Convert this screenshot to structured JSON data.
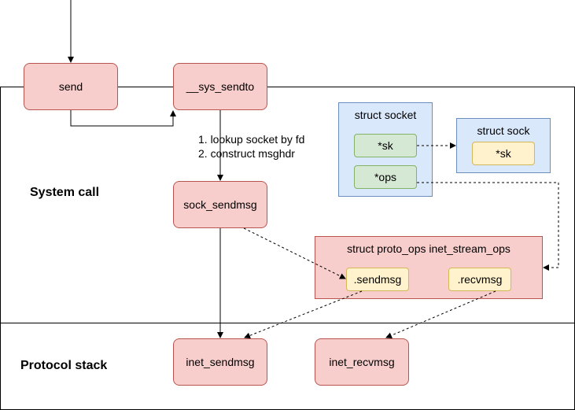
{
  "layers": {
    "system_call": "System call",
    "protocol_stack": "Protocol stack"
  },
  "nodes": {
    "send": "send",
    "sys_sendto": "__sys_sendto",
    "sock_sendmsg": "sock_sendmsg",
    "inet_sendmsg": "inet_sendmsg",
    "inet_recvmsg": "inet_recvmsg"
  },
  "steps": [
    "1. lookup socket by fd",
    "2. construct msghdr"
  ],
  "struct_socket": {
    "title": "struct socket",
    "sk": "*sk",
    "ops": "*ops"
  },
  "struct_sock": {
    "title": "struct sock",
    "sk": "*sk"
  },
  "proto_ops": {
    "title": "struct proto_ops inet_stream_ops",
    "sendmsg": ".sendmsg",
    "recvmsg": ".recvmsg"
  }
}
